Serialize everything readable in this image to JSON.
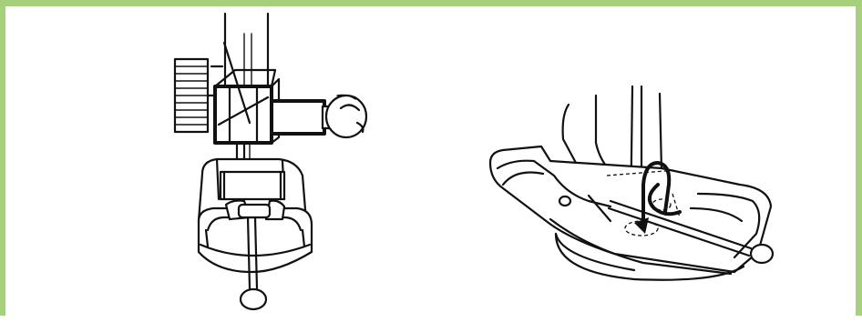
{
  "panel": {
    "border_color": "#a6d07a",
    "background": "#ffffff",
    "ink_color": "#111111"
  },
  "figures": [
    {
      "name": "front-view-presser-foot",
      "icon": "presser-foot-front-illustration"
    },
    {
      "name": "perspective-view-presser-foot-with-thread-loop",
      "icon": "presser-foot-perspective-illustration"
    }
  ]
}
